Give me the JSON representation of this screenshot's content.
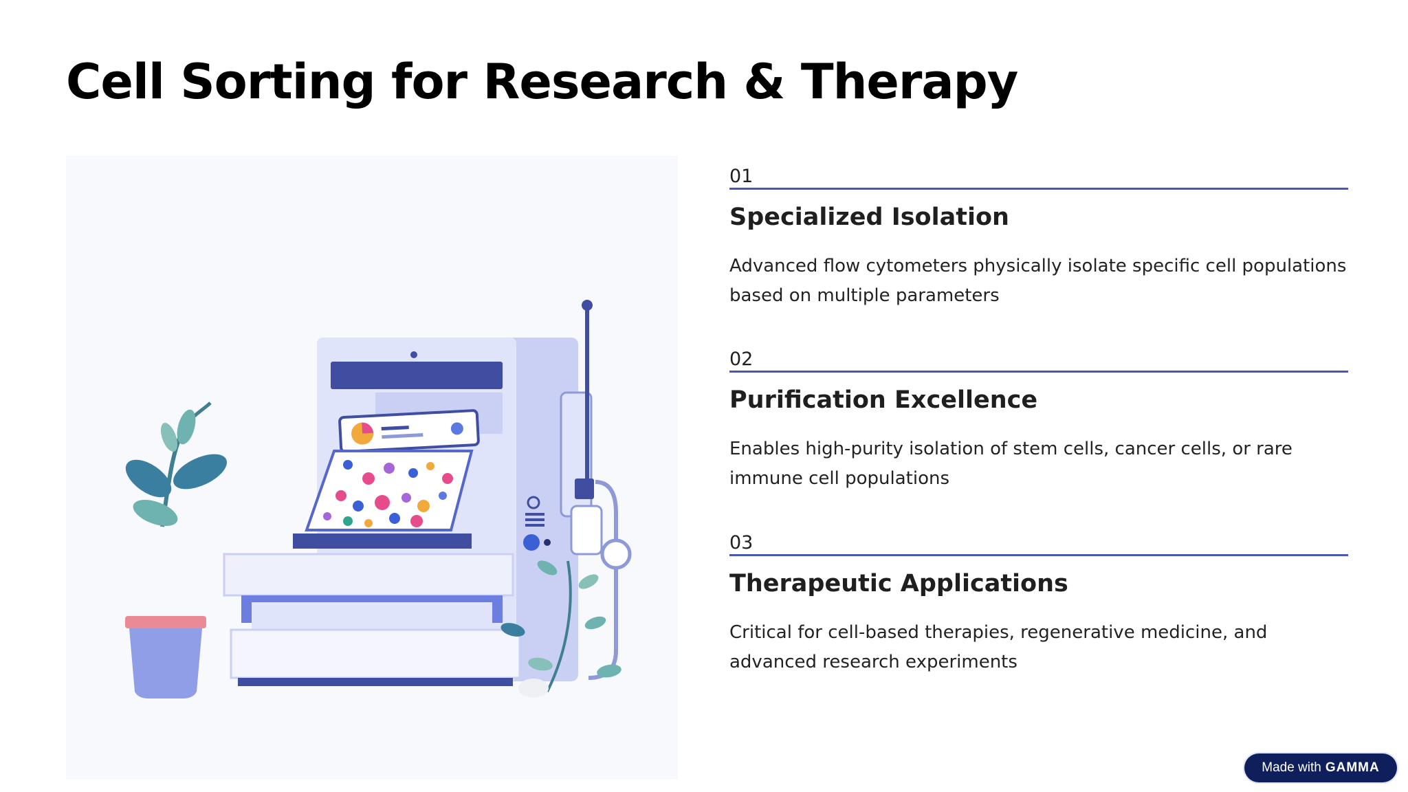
{
  "slide": {
    "title": "Cell Sorting for Research & Therapy"
  },
  "items": [
    {
      "number": "01",
      "heading": "Specialized Isolation",
      "body": "Advanced flow cytometers physically isolate specific cell populations based on multiple parameters"
    },
    {
      "number": "02",
      "heading": "Purification Excellence",
      "body": "Enables high-purity isolation of stem cells, cancer cells, or rare immune cell populations"
    },
    {
      "number": "03",
      "heading": "Therapeutic Applications",
      "body": "Critical for cell-based therapies, regenerative medicine, and advanced research experiments"
    }
  ],
  "badge": {
    "prefix": "Made with",
    "brand": "GAMMA"
  },
  "colors": {
    "accent_line": "#4a56b5",
    "badge_bg": "#0e1f5c"
  }
}
